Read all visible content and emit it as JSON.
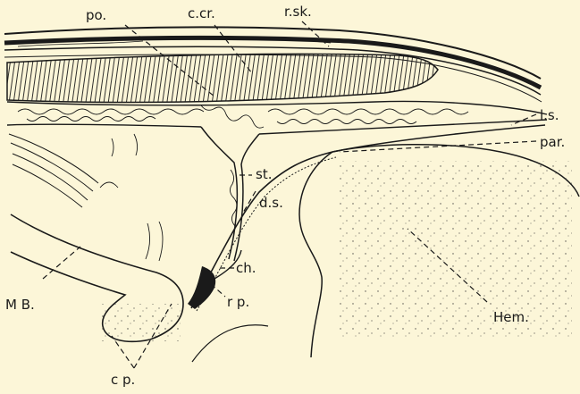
{
  "figure": {
    "background": "#fcf6d8",
    "ink": "#1a1a1a",
    "labels": {
      "po": "po.",
      "c_cr": "c.cr.",
      "r_sk": "r.sk.",
      "l_s": "l.s.",
      "par": "par.",
      "st": "st.",
      "d_s": "d.s.",
      "ch": "ch.",
      "r_p": "r p.",
      "mb": "M B.",
      "hem": "Hem.",
      "cp": "c p."
    }
  }
}
